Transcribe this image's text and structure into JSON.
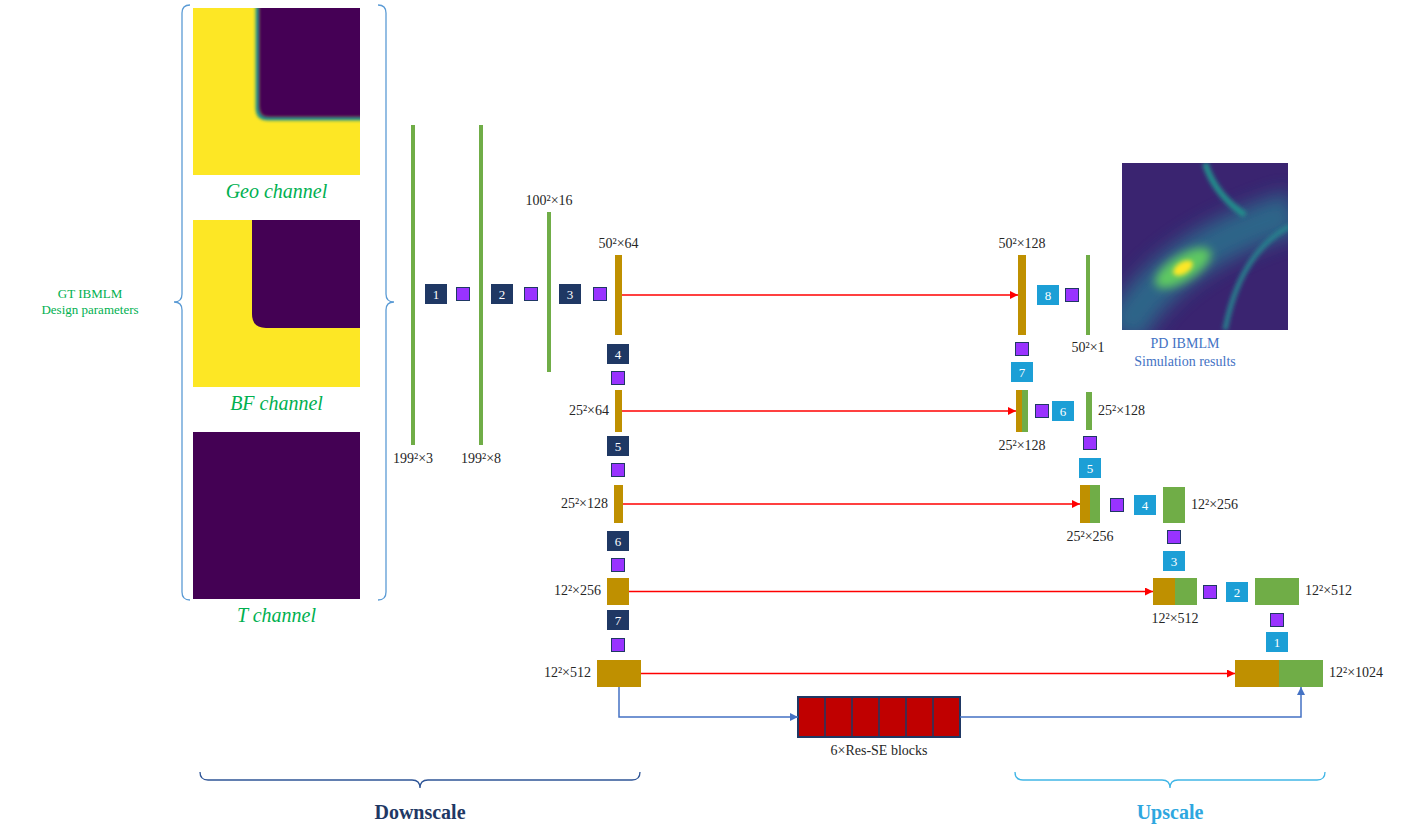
{
  "diagram": {
    "nodes": [
      {
        "text": [
          "Geo channel"
        ]
      },
      {
        "text": [
          "BF channel"
        ]
      },
      {
        "text": [
          "T channel"
        ]
      },
      {
        "text": [
          "199²×3"
        ]
      },
      {
        "text": [
          "1"
        ]
      },
      {
        "text": [
          "199²×8"
        ]
      },
      {
        "text": [
          "2"
        ]
      },
      {
        "text": [
          "100²×16"
        ]
      },
      {
        "text": [
          "3"
        ]
      },
      {
        "text": [
          "50²×64"
        ]
      },
      {
        "text": [
          "4"
        ]
      },
      {
        "text": [
          "25²×64"
        ]
      },
      {
        "text": [
          "5"
        ]
      },
      {
        "text": [
          "25²×128"
        ]
      },
      {
        "text": [
          "6"
        ]
      },
      {
        "text": [
          "12²×256"
        ]
      },
      {
        "text": [
          "7"
        ]
      },
      {
        "text": [
          "12²×512"
        ]
      },
      {
        "text": [
          "6×Res-SE blocks"
        ]
      },
      {
        "text": [
          "12²×1024"
        ]
      },
      {
        "text": [
          "1"
        ]
      },
      {
        "text": [
          "12²×512"
        ]
      },
      {
        "text": [
          "2"
        ]
      },
      {
        "text": [
          "12²×512"
        ]
      },
      {
        "text": [
          "3"
        ]
      },
      {
        "text": [
          "12²×256"
        ]
      },
      {
        "text": [
          "4"
        ]
      },
      {
        "text": [
          "25²×256"
        ]
      },
      {
        "text": [
          "5"
        ]
      },
      {
        "text": [
          "25²×128"
        ]
      },
      {
        "text": [
          "6"
        ]
      },
      {
        "text": [
          "25²×128"
        ]
      },
      {
        "text": [
          "7"
        ]
      },
      {
        "text": [
          "50²×128"
        ]
      },
      {
        "text": [
          "8"
        ]
      },
      {
        "text": [
          "50²×1"
        ]
      },
      {
        "text": [
          "PD IBMLM Simulation results"
        ]
      }
    ],
    "edges": [
      {
        "from": 9,
        "to": 33,
        "arrow": "to"
      },
      {
        "from": 11,
        "to": 31,
        "arrow": "to"
      },
      {
        "from": 13,
        "to": 27,
        "arrow": "to"
      },
      {
        "from": 15,
        "to": 23,
        "arrow": "to"
      },
      {
        "from": 17,
        "to": 19,
        "arrow": "to"
      },
      {
        "from": 17,
        "to": 18,
        "arrow": "to"
      },
      {
        "from": 18,
        "to": 19,
        "arrow": "to"
      }
    ],
    "labels": [
      "GT IBMLM Design parameters",
      "Downscale",
      "Upscale"
    ]
  }
}
